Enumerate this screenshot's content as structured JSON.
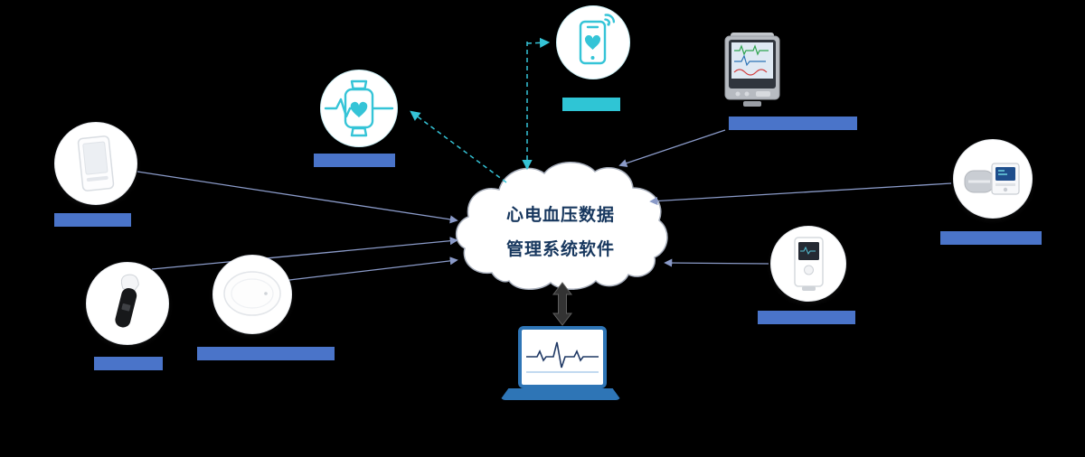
{
  "colors": {
    "background": "#000000",
    "teal": "#35c4d7",
    "teal-light": "#c9edf3",
    "label-blue": "#4a74c9",
    "label-cyan": "#2fc5d5",
    "line": "#8a9ac8",
    "cloud-stroke": "#a7aebb",
    "cloud-text": "#17375e",
    "laptop-blue": "#2e75b6",
    "arrow-dark": "#333333"
  },
  "cloud": {
    "line1": "心电血压数据",
    "line2": "管理系统软件"
  },
  "nodes": [
    {
      "id": "smartphone-app",
      "icon": "phone-heart-wifi-icon",
      "label_style": "cyan"
    },
    {
      "id": "smart-watch",
      "icon": "watch-heart-ecg-icon",
      "label_style": "blue"
    },
    {
      "id": "patient-monitor",
      "icon": "patient-monitor-photo",
      "label_style": "blue"
    },
    {
      "id": "blood-pressure-monitor",
      "icon": "bp-monitor-photo",
      "label_style": "blue"
    },
    {
      "id": "handheld-ecg-recorder",
      "icon": "handheld-device-photo",
      "label_style": "blue"
    },
    {
      "id": "ear-thermometer",
      "icon": "ear-thermometer-photo",
      "label_style": "blue"
    },
    {
      "id": "round-sensor",
      "icon": "round-sensor-photo",
      "label_style": "blue"
    },
    {
      "id": "holter-recorder",
      "icon": "holter-device-photo",
      "label_style": "blue"
    },
    {
      "id": "software-laptop",
      "icon": "laptop-ecg-icon",
      "label_style": "none"
    }
  ]
}
